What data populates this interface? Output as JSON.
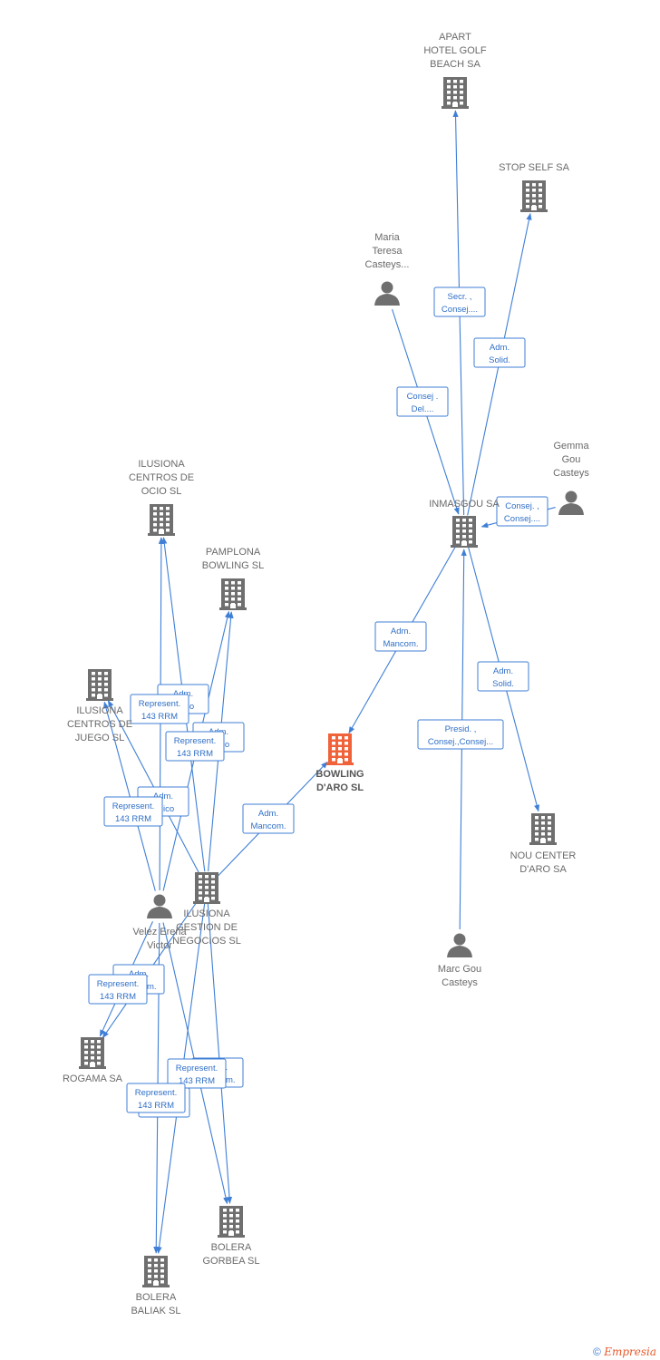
{
  "colors": {
    "edge": "#3f7fd6",
    "node": "#6f6f6f",
    "main_node": "#f0623a"
  },
  "nodes": {
    "apart": {
      "type": "company",
      "lines": [
        "APART",
        "HOTEL GOLF",
        "BEACH SA"
      ]
    },
    "stopself": {
      "type": "company",
      "lines": [
        "STOP SELF SA"
      ]
    },
    "maria": {
      "type": "person",
      "lines": [
        "Maria",
        "Teresa",
        "Casteys..."
      ]
    },
    "gemma": {
      "type": "person",
      "lines": [
        "Gemma",
        "Gou",
        "Casteys"
      ]
    },
    "inmasgou": {
      "type": "company",
      "lines": [
        "INMASGOU SA"
      ]
    },
    "bowling": {
      "type": "main",
      "lines": [
        "BOWLING",
        "D'ARO SL"
      ]
    },
    "nou": {
      "type": "company",
      "lines": [
        "NOU CENTER",
        "D'ARO SA"
      ]
    },
    "marc": {
      "type": "person",
      "lines": [
        "Marc Gou",
        "Casteys"
      ]
    },
    "ocio": {
      "type": "company",
      "lines": [
        "ILUSIONA",
        "CENTROS DE",
        "OCIO SL"
      ]
    },
    "pamplona": {
      "type": "company",
      "lines": [
        "PAMPLONA",
        "BOWLING SL"
      ]
    },
    "juego": {
      "type": "company",
      "lines": [
        "ILUSIONA",
        "CENTROS DE",
        "JUEGO SL"
      ]
    },
    "gestion": {
      "type": "company",
      "lines": [
        "ILUSIONA",
        "GESTION DE",
        "NEGOCIOS SL"
      ]
    },
    "velez": {
      "type": "person",
      "lines": [
        "Velez Ereña",
        "Victor"
      ]
    },
    "rogama": {
      "type": "company",
      "lines": [
        "ROGAMA SA"
      ]
    },
    "gorbea": {
      "type": "company",
      "lines": [
        "BOLERA",
        "GORBEA SL"
      ]
    },
    "baliak": {
      "type": "company",
      "lines": [
        "BOLERA",
        "BALIAK SL"
      ]
    }
  },
  "edges": [
    {
      "from": "inmasgou",
      "to": "apart",
      "lines": [
        "Secr. ,",
        "Consej...."
      ]
    },
    {
      "from": "inmasgou",
      "to": "stopself",
      "lines": [
        "Adm.",
        "Solid."
      ]
    },
    {
      "from": "maria",
      "to": "inmasgou",
      "lines": [
        "Consej .",
        "Del...."
      ]
    },
    {
      "from": "gemma",
      "to": "inmasgou",
      "lines": [
        "Consej. ,",
        "Consej...."
      ]
    },
    {
      "from": "inmasgou",
      "to": "bowling",
      "lines": [
        "Adm.",
        "Mancom."
      ]
    },
    {
      "from": "inmasgou",
      "to": "nou",
      "lines": [
        "Adm.",
        "Solid."
      ]
    },
    {
      "from": "marc",
      "to": "inmasgou",
      "lines": [
        "Presid. ,",
        "Consej.,Consej..."
      ]
    },
    {
      "from": "gestion",
      "to": "bowling",
      "lines": [
        "Adm.",
        "Mancom."
      ]
    },
    {
      "from": "velez",
      "to": "ocio",
      "lines": [
        "Adm.",
        "Unico"
      ]
    },
    {
      "from": "gestion",
      "to": "ocio",
      "lines": [
        "Represent.",
        "143 RRM"
      ]
    },
    {
      "from": "velez",
      "to": "pamplona",
      "lines": [
        "Adm.",
        "Unico"
      ]
    },
    {
      "from": "gestion",
      "to": "pamplona",
      "lines": [
        "Represent.",
        "143 RRM"
      ]
    },
    {
      "from": "velez",
      "to": "juego",
      "lines": [
        "Adm.",
        "Unico"
      ]
    },
    {
      "from": "gestion",
      "to": "juego",
      "lines": [
        "Represent.",
        "143 RRM"
      ]
    },
    {
      "from": "velez",
      "to": "rogama",
      "lines": [
        "Adm.",
        "Mancom."
      ]
    },
    {
      "from": "gestion",
      "to": "rogama",
      "lines": [
        "Represent.",
        "143 RRM"
      ]
    },
    {
      "from": "velez",
      "to": "gorbea",
      "lines": [
        "Adm.",
        "Mancom."
      ]
    },
    {
      "from": "gestion",
      "to": "gorbea",
      "lines": [
        "Represent.",
        "143 RRM"
      ]
    },
    {
      "from": "velez",
      "to": "baliak",
      "lines": [
        "Adm.",
        "Unico"
      ]
    },
    {
      "from": "gestion",
      "to": "baliak",
      "lines": [
        "Represent.",
        "143 RRM"
      ]
    }
  ],
  "footer": {
    "copyright": "©",
    "brand": "Empresia"
  }
}
